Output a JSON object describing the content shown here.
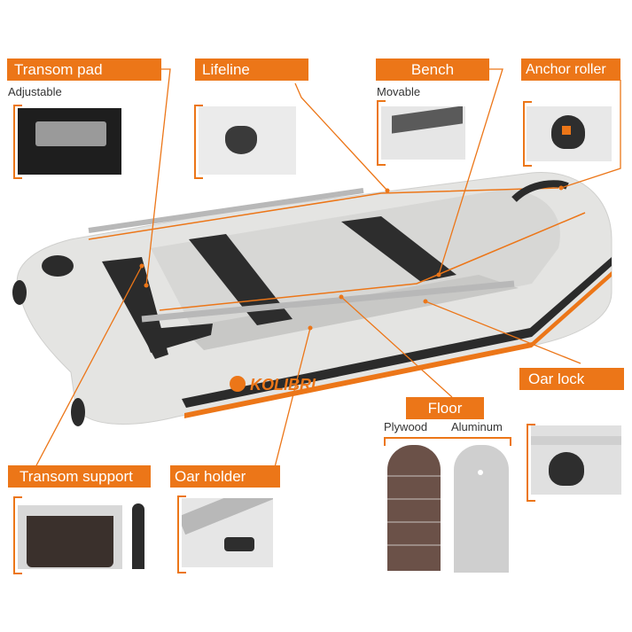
{
  "brand": {
    "name": "KOLIBRI",
    "color": "#ec7618"
  },
  "colors": {
    "accent": "#ec7618",
    "hull": "#e4e4e2",
    "dark": "#2b2b2b",
    "plywood": "#6b5148",
    "aluminum": "#cfcfcf"
  },
  "callouts": [
    {
      "id": "transom-pad",
      "label": "Transom pad",
      "sublabel": "Adjustable"
    },
    {
      "id": "lifeline",
      "label": "Lifeline"
    },
    {
      "id": "bench",
      "label": "Bench",
      "sublabel": "Movable"
    },
    {
      "id": "anchor-roller",
      "label": "Anchor roller"
    },
    {
      "id": "oar-lock",
      "label": "Oar lock"
    },
    {
      "id": "floor",
      "label": "Floor",
      "options": [
        "Plywood",
        "Aluminum"
      ]
    },
    {
      "id": "transom-support",
      "label": "Transom support"
    },
    {
      "id": "oar-holder",
      "label": "Oar holder"
    }
  ]
}
